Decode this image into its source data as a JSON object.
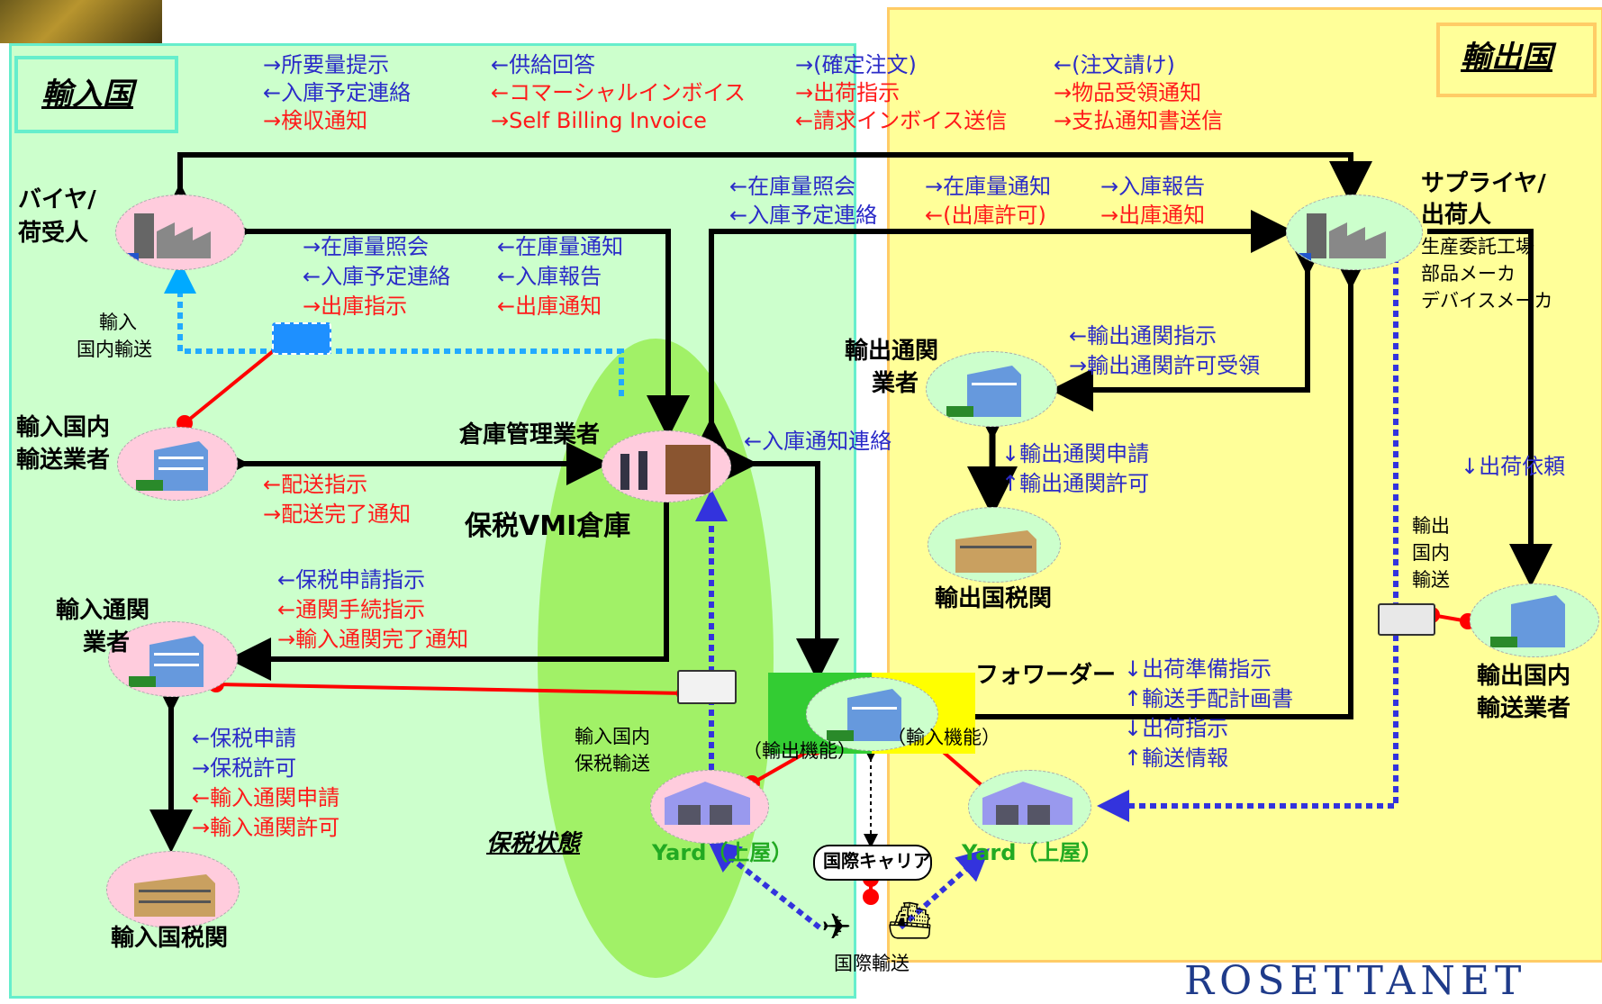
{
  "regions": {
    "import_title": "輸入国",
    "export_title": "輸出国",
    "bonded_state": "保税状態"
  },
  "top_messages": {
    "g1": [
      "→所要量提示",
      "←入庫予定連絡",
      "→検収通知"
    ],
    "g2": [
      "←供給回答",
      "←コマーシャルインボイス",
      "→Self Billing Invoice"
    ],
    "g3": [
      "→(確定注文)",
      "→出荷指示",
      "←請求インボイス送信"
    ],
    "g4": [
      "←(注文請け)",
      "→物品受領通知",
      "→支払通知書送信"
    ]
  },
  "mid_messages": {
    "m1": [
      "←在庫量照会",
      "←入庫予定連絡"
    ],
    "m2": [
      "→在庫量通知",
      "←(出庫許可)"
    ],
    "m3": [
      "→入庫報告",
      "→出庫通知"
    ],
    "m4": [
      "→在庫量照会",
      "←入庫予定連絡",
      "→出庫指示"
    ],
    "m5": [
      "←在庫量通知",
      "←入庫報告",
      "←出庫通知"
    ],
    "m6": [
      "←輸出通関指示",
      "→輸出通関許可受領"
    ],
    "m7": [
      "←入庫通知連絡"
    ],
    "m8": [
      "↓輸出通関申請",
      "↑輸出通関許可"
    ],
    "m9": [
      "↓出荷依頼"
    ],
    "m10": [
      "←配送指示",
      "→配送完了通知"
    ],
    "m11": [
      "←保税申請指示",
      "←通関手続指示",
      "→輸入通関完了通知"
    ],
    "m12": [
      "↓出荷準備指示",
      "↑輸送手配計画書",
      "↓出荷指示",
      "↑輸送情報"
    ],
    "m13": [
      "←保税申請",
      "→保税許可",
      "←輸入通関申請",
      "→輸入通関許可"
    ]
  },
  "actors": {
    "buyer": [
      "バイヤ/",
      "荷受人"
    ],
    "supplier": [
      "サプライヤ/",
      "出荷人"
    ],
    "supplier_sub": [
      "生産委託工場",
      "部品メーカ",
      "デバイスメーカ"
    ],
    "import_transport": [
      "輸入国内",
      "輸送業者"
    ],
    "warehouse_mgr": "倉庫管理業者",
    "vmi": "保税VMI倉庫",
    "import_customs_agent": [
      "輸入通関",
      "業者"
    ],
    "import_customs": "輸入国税関",
    "export_customs_agent": [
      "輸出通関",
      "業者"
    ],
    "export_customs": "輸出国税関",
    "forwarder": "フォワーダー",
    "export_transport": [
      "輸出国内",
      "輸送業者"
    ],
    "export_fn": "（輸出機能）",
    "import_fn": "（輸入機能）",
    "yard_left": "Yard（上屋）",
    "yard_right": "Yard（上屋）",
    "intl_carrier": "国際キャリア",
    "intl_transport": "国際輸送",
    "import_domestic": [
      "輸入",
      "国内輸送"
    ],
    "bonded_transport": [
      "輸入国内",
      "保税輸送"
    ],
    "export_domestic": [
      "輸出",
      "国内",
      "輸送"
    ]
  },
  "logo": "RosettaNet",
  "colors": {
    "import_bg": "#ccffcc",
    "export_bg": "#ffff99",
    "bonded_bg": "#99ff66",
    "message_blue": "#2b2bc8",
    "message_red": "#ff1a1a"
  }
}
